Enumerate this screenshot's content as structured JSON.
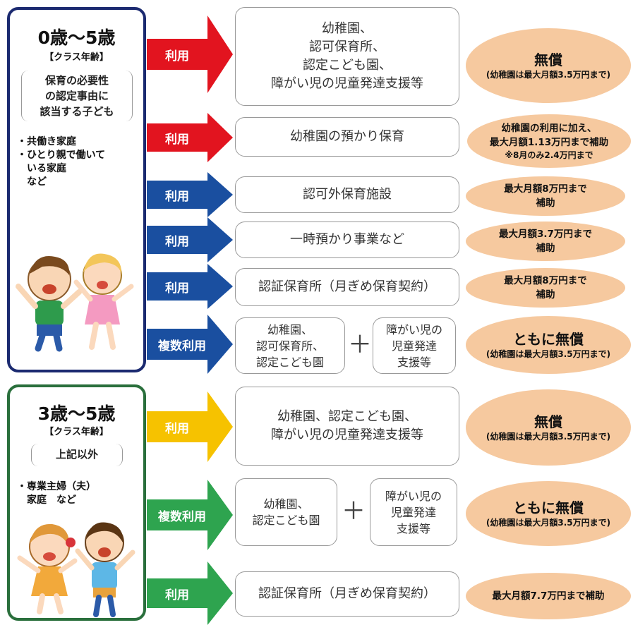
{
  "group1": {
    "age": "0歳～5歳",
    "class_note": "【クラス年齢】",
    "condition": [
      "保育の必要性",
      "の認定事由に",
      "該当する子ども"
    ],
    "bullets": [
      "・共働き家庭",
      "・ひとり親で働いて",
      "　いる家庭",
      "　など"
    ]
  },
  "group2": {
    "age": "3歳～5歳",
    "class_note": "【クラス年齢】",
    "condition": "上記以外",
    "bullets": [
      "・専業主婦（夫）",
      "　家庭　など"
    ]
  },
  "rows": [
    {
      "arrow": "利用",
      "color": "#e2141f",
      "facility": [
        "幼稚園、",
        "認可保育所、",
        "認定こども園、",
        "障がい児の児童発達支援等"
      ],
      "benefit": [
        "無償",
        "(幼稚園は最大月額3.5万円まで)"
      ]
    },
    {
      "arrow": "利用",
      "color": "#e2141f",
      "facility": [
        "幼稚園の預かり保育"
      ],
      "benefit": [
        "幼稚園の利用に加え、",
        "最大月額1.13万円まで補助",
        "※8月のみ2.4万円まで"
      ]
    },
    {
      "arrow": "利用",
      "color": "#1a4fa0",
      "facility": [
        "認可外保育施設"
      ],
      "benefit": [
        "最大月額8万円まで",
        "補助"
      ]
    },
    {
      "arrow": "利用",
      "color": "#1a4fa0",
      "facility": [
        "一時預かり事業など"
      ],
      "benefit": [
        "最大月額3.7万円まで",
        "補助"
      ]
    },
    {
      "arrow": "利用",
      "color": "#1a4fa0",
      "facility": [
        "認証保育所（月ぎめ保育契約）"
      ],
      "benefit": [
        "最大月額8万円まで",
        "補助"
      ]
    },
    {
      "arrow": "複数利用",
      "color": "#1a4fa0",
      "facility_a": [
        "幼稚園、",
        "認可保育所、",
        "認定こども園"
      ],
      "plus": "＋",
      "facility_b": [
        "障がい児の",
        "児童発達",
        "支援等"
      ],
      "benefit": [
        "ともに無償",
        "(幼稚園は最大月額3.5万円まで)"
      ]
    },
    {
      "arrow": "利用",
      "color": "#f6c200",
      "facility": [
        "幼稚園、認定こども園、",
        "障がい児の児童発達支援等"
      ],
      "benefit": [
        "無償",
        "(幼稚園は最大月額3.5万円まで)"
      ]
    },
    {
      "arrow": "複数利用",
      "color": "#2ea44f",
      "facility_a": [
        "幼稚園、",
        "認定こども園"
      ],
      "plus": "＋",
      "facility_b": [
        "障がい児の",
        "児童発達",
        "支援等"
      ],
      "benefit": [
        "ともに無償",
        "(幼稚園は最大月額3.5万円まで)"
      ]
    },
    {
      "arrow": "利用",
      "color": "#2ea44f",
      "facility": [
        "認証保育所（月ぎめ保育契約）"
      ],
      "benefit": [
        "最大月額7.7万円まで補助"
      ]
    }
  ],
  "colors": {
    "group1_border": "#1b2a70",
    "group2_border": "#2a6f3c",
    "benefit_oval": "#f6c99f"
  }
}
